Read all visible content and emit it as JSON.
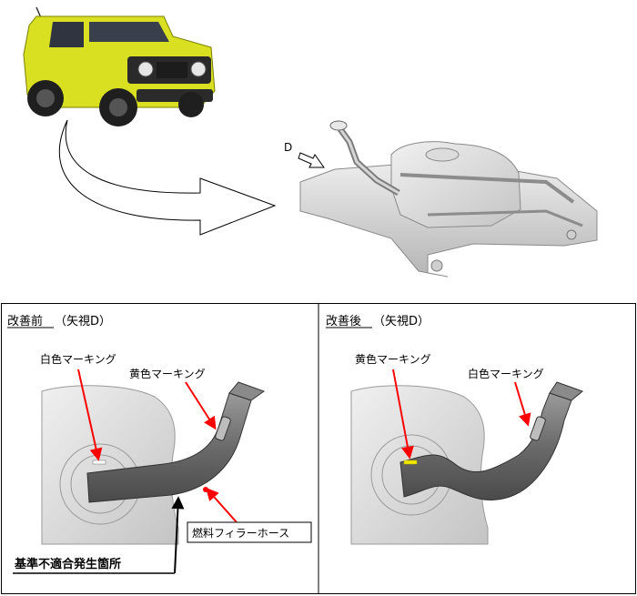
{
  "top": {
    "view_marker": "D"
  },
  "panel_before": {
    "title": "改善前",
    "title_suffix": "（矢視D）",
    "label_white_marking": "白色マーキング",
    "label_yellow_marking": "黄色マーキング",
    "label_filler_hose": "燃料フィラーホース",
    "label_nonconformity": "基準不適合発生箇所"
  },
  "panel_after": {
    "title": "改善後",
    "title_suffix": "（矢視D）",
    "label_yellow_marking": "黄色マーキング",
    "label_white_marking": "白色マーキング"
  },
  "colors": {
    "vehicle_body": "#d9e021",
    "marking_white": "#ffffff",
    "marking_yellow": "#f2ea00",
    "leader_red": "#ff0000"
  }
}
